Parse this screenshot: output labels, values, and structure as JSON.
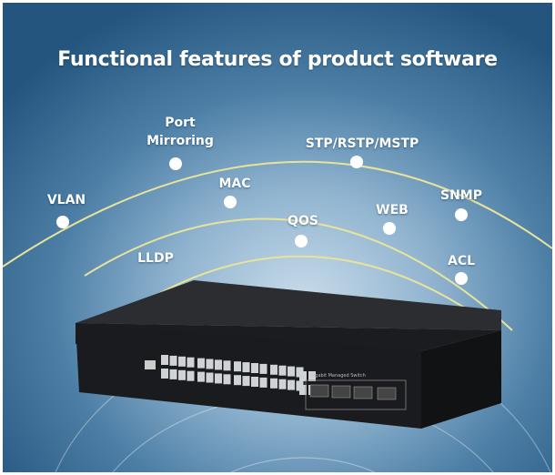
{
  "title": "Functional features of product software",
  "features": {
    "port_mirroring": "Port\nMirroring",
    "stp": "STP/RSTP/MSTP",
    "vlan": "VLAN",
    "mac": "MAC",
    "snmp": "SNMP",
    "qos": "QOS",
    "web": "WEB",
    "lldp": "LLDP",
    "acl": "ACL"
  },
  "device": {
    "label": "Gigabit Managed Switch"
  },
  "colors": {
    "arc": "#e8e39a",
    "dot": "#ffffff",
    "switch": "#1e1f22"
  }
}
